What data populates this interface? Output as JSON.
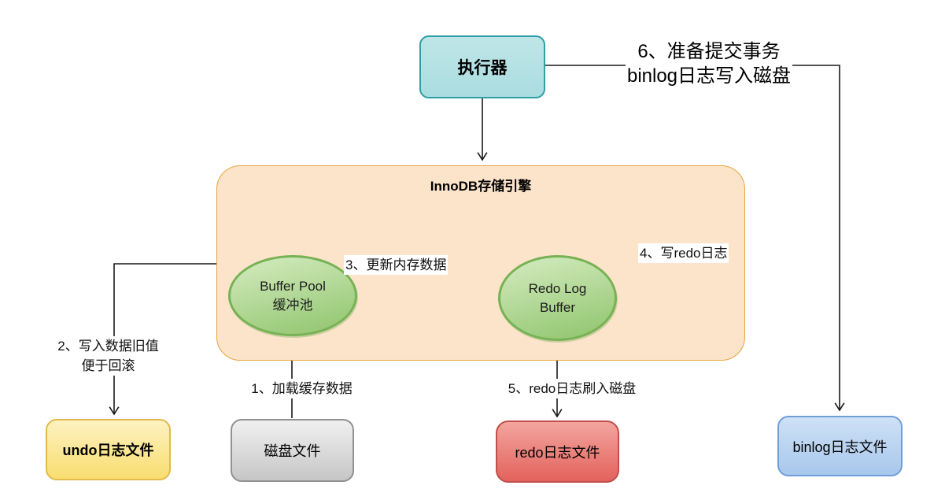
{
  "diagram": {
    "executor": {
      "label": "执行器"
    },
    "innodb": {
      "title": "InnoDB存储引擎"
    },
    "buffer_pool": {
      "line1": "Buffer Pool",
      "line2": "缓冲池"
    },
    "redo_log_buffer": {
      "line1": "Redo Log",
      "line2": "Buffer"
    },
    "files": {
      "undo": "undo日志文件",
      "disk": "磁盘文件",
      "redo": "redo日志文件",
      "binlog": "binlog日志文件"
    },
    "steps": {
      "step1": "1、加载缓存数据",
      "step2_line1": "2、写入数据旧值",
      "step2_line2": "便于回滚",
      "step3": "3、更新内存数据",
      "step4": "4、写redo日志",
      "step5": "5、redo日志刷入磁盘",
      "step6_line1": "6、准备提交事务",
      "step6_line2": "binlog日志写入磁盘"
    },
    "colors": {
      "executor_fill_top": "#bfe5e7",
      "executor_fill_bottom": "#aadde0",
      "executor_border": "#2d9fa5",
      "innodb_fill": "#fce4cb",
      "innodb_border": "#e7a33b",
      "ellipse_fill_top": "#d5ecc1",
      "ellipse_fill_bottom": "#8fc46c",
      "ellipse_border": "#77b254",
      "undo_fill_top": "#fdf2c1",
      "undo_fill_bottom": "#f9dd70",
      "undo_border": "#e2b94b",
      "disk_fill_top": "#f0f0f0",
      "disk_fill_bottom": "#c6c6c6",
      "disk_border": "#919191",
      "redo_fill_top": "#f3a59e",
      "redo_fill_bottom": "#e3625d",
      "redo_border": "#c14f4b",
      "binlog_fill_top": "#cee1f6",
      "binlog_fill_bottom": "#a8c7ec",
      "binlog_border": "#6f9fd7",
      "line_color": "#1a1a1a"
    }
  }
}
